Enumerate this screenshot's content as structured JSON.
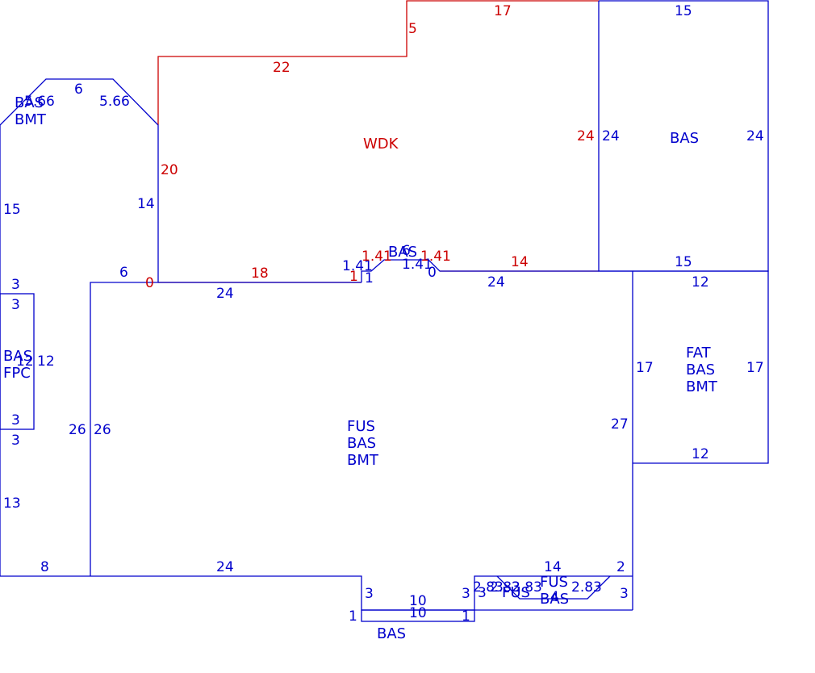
{
  "colors": {
    "blue": "#0000cc",
    "red": "#cc0000",
    "background": "#ffffff"
  },
  "areas": {
    "left_top": [
      "BAS",
      "BMT"
    ],
    "left_mid": [
      "BAS",
      "FPC"
    ],
    "wdk": "WDK",
    "bay": "BAS",
    "right_top": "BAS",
    "main": [
      "FUS",
      "BAS",
      "BMT"
    ],
    "fat": [
      "FAT",
      "BAS",
      "BMT"
    ],
    "bottom_small": "BAS",
    "bottom_right": [
      "FUS",
      "BAS"
    ],
    "bottom_right_extra": "FUS"
  },
  "dims": {
    "d_5_66a": "5.66",
    "d_6_top": "6",
    "d_5_66b": "5.66",
    "d_15_left": "15",
    "d_14_left": "14",
    "d_3_a": "3",
    "d_6_b": "6",
    "d_3_b": "3",
    "d_12": "12",
    "d_12b": "12",
    "d_3_c": "3",
    "d_3_d": "3",
    "d_26_a": "26",
    "d_26_b": "26",
    "d_13": "13",
    "d_8": "8",
    "d_24_top": "24",
    "d_24_bottom": "24",
    "d_1_41_blue": "1.41",
    "d_1_a": "1",
    "d_1_41_blue2": "1.41",
    "d_6_bay": "6",
    "d_0_blue": "0",
    "d_24_mid": "24",
    "d_15_rt_top": "15",
    "d_24_rt_left": "24",
    "d_24_rt_right": "24",
    "d_15_rt_bot": "15",
    "d_12_fat_top": "12",
    "d_17_fat_left": "17",
    "d_17_fat_right": "17",
    "d_12_fat_bot": "12",
    "d_27": "27",
    "d_3_bot_a": "3",
    "d_10_a": "10",
    "d_10_b": "10",
    "d_3_bot_b": "3",
    "d_1_bot_a": "1",
    "d_1_bot_b": "1",
    "d_14_br": "14",
    "d_2_br": "2",
    "d_3_br": "3",
    "d_2_83_a": "2.83",
    "d_3_br_b": "3",
    "d_2_83_b": "2.83",
    "d_2_83_c": "2.83",
    "d_2_83_d": "2.83",
    "d_4_br": "4"
  },
  "dims_red": {
    "r_17": "17",
    "r_5": "5",
    "r_22": "22",
    "r_20": "20",
    "r_24": "24",
    "r_18": "18",
    "r_0": "0",
    "r_1_41_a": "1.41",
    "r_1": "1",
    "r_1_41_b": "1.41",
    "r_14": "14"
  }
}
